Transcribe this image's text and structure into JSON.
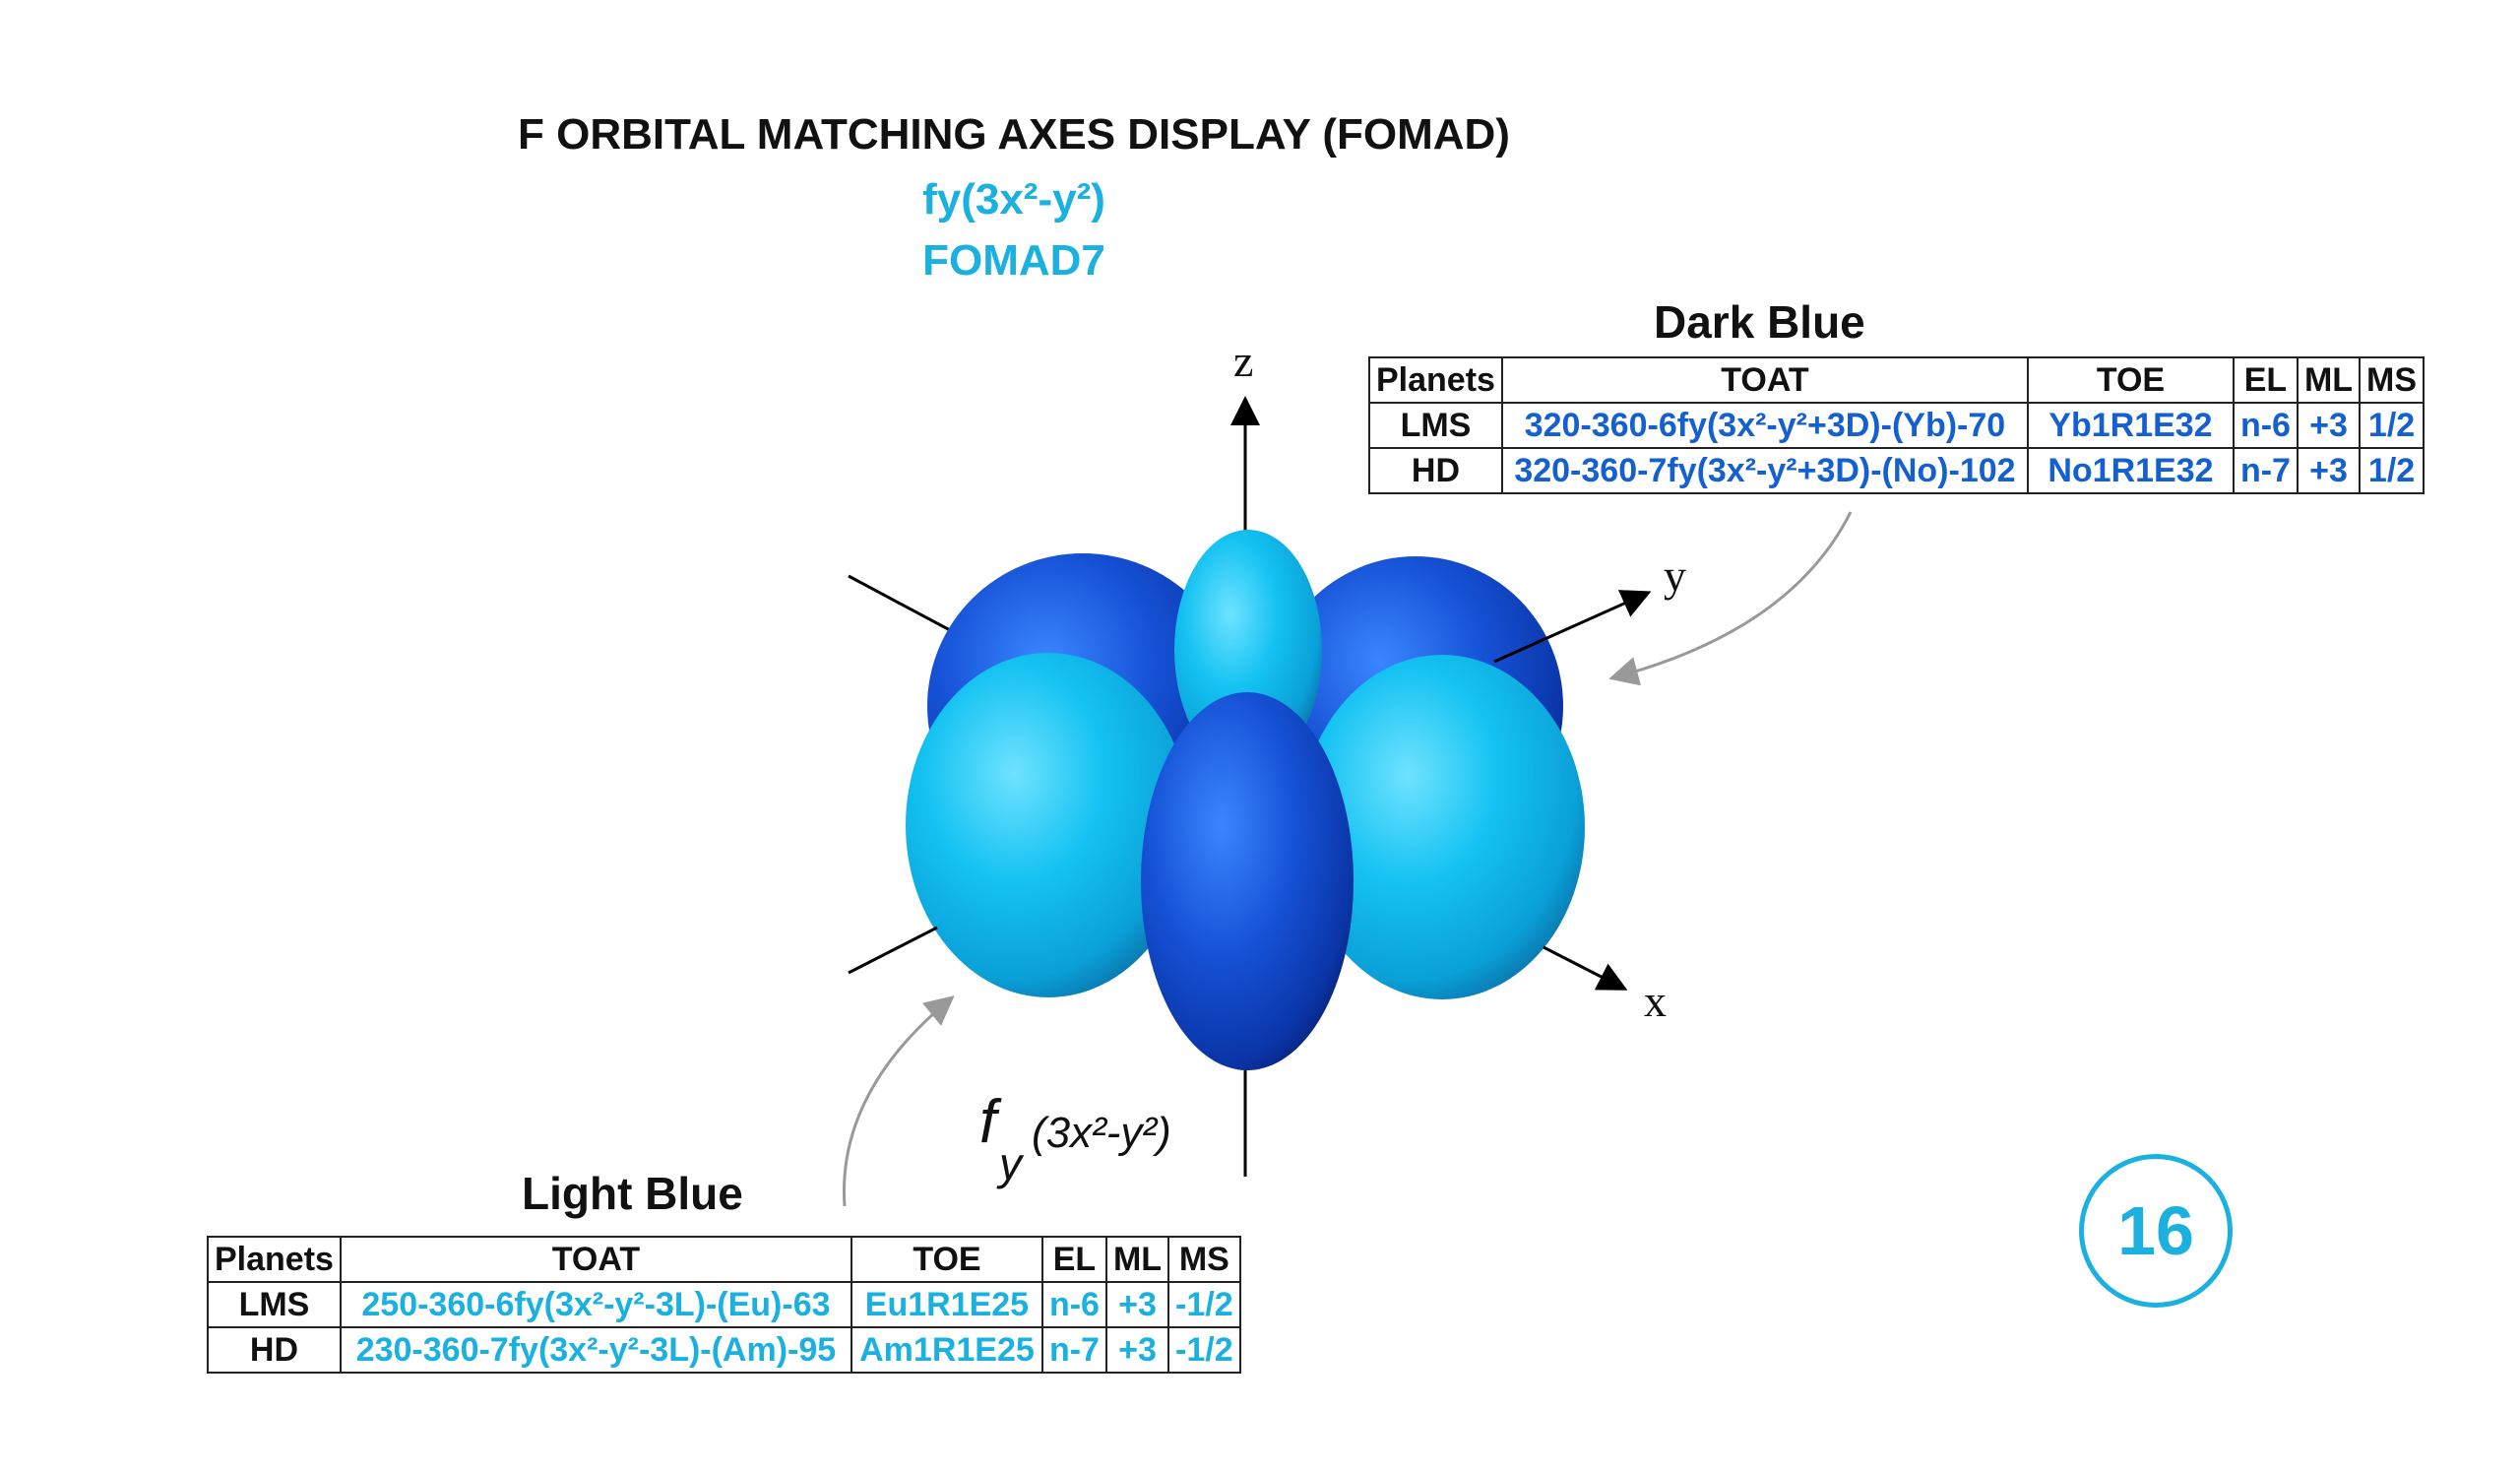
{
  "title": "F ORBITAL MATCHING AXES DISPLAY (FOMAD)",
  "subtitle_formula": "fy(3x²-y²)",
  "subtitle_code": "FOMAD7",
  "diagram": {
    "axis_z": "z",
    "axis_y": "y",
    "axis_x": "x",
    "orbital_label_main": "f",
    "orbital_label_sub": "y",
    "orbital_label_expr": "(3x²-y²)",
    "colors": {
      "dark_blue": "#1248c8",
      "light_blue": "#12bff0",
      "accent": "#1ab0e0"
    }
  },
  "dark_blue": {
    "label": "Dark Blue",
    "headers": [
      "Planets",
      "TOAT",
      "TOE",
      "EL",
      "ML",
      "MS"
    ],
    "rows": [
      [
        "LMS",
        "320-360-6fy(3x²-y²+3D)-(Yb)-70",
        "Yb1R1E32",
        "n-6",
        "+3",
        "1/2"
      ],
      [
        "HD",
        "320-360-7fy(3x²-y²+3D)-(No)-102",
        "No1R1E32",
        "n-7",
        "+3",
        "1/2"
      ]
    ]
  },
  "light_blue": {
    "label": "Light Blue",
    "headers": [
      "Planets",
      "TOAT",
      "TOE",
      "EL",
      "ML",
      "MS"
    ],
    "rows": [
      [
        "LMS",
        "250-360-6fy(3x²-y²-3L)-(Eu)-63",
        "Eu1R1E25",
        "n-6",
        "+3",
        "-1/2"
      ],
      [
        "HD",
        "230-360-7fy(3x²-y²-3L)-(Am)-95",
        "Am1R1E25",
        "n-7",
        "+3",
        "-1/2"
      ]
    ]
  },
  "badge": "16"
}
